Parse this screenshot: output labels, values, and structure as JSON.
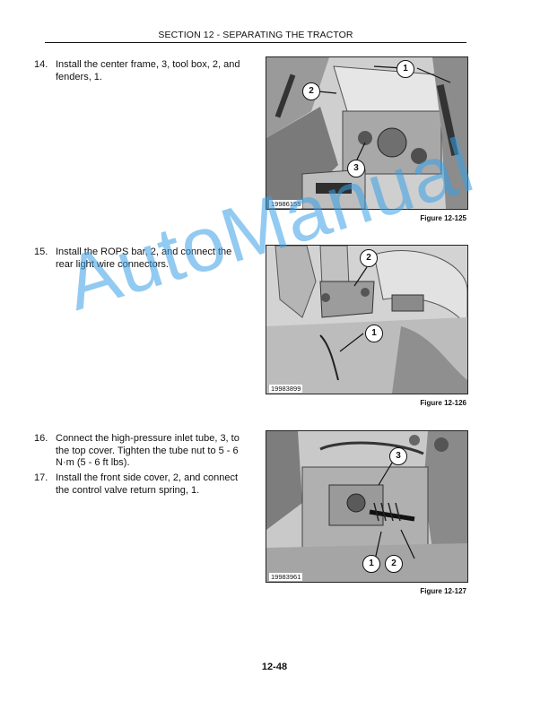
{
  "header": {
    "title": "SECTION 12 - SEPARATING THE TRACTOR"
  },
  "steps": [
    {
      "number": "14.",
      "text": "Install the center frame, 3, tool box, 2, and fenders, 1."
    },
    {
      "number": "15.",
      "text": "Install the ROPS bar, 2, and connect the rear light wire connectors."
    },
    {
      "number": "16.",
      "text": "Connect the high-pressure inlet tube, 3, to the top cover. Tighten the tube nut to 5 - 6 N·m (5 - 6 ft lbs)."
    },
    {
      "number": "17.",
      "text": "Install the front side cover, 2, and connect the control valve return spring, 1."
    }
  ],
  "figures": [
    {
      "photo_id": "19986155",
      "caption": "Figure 12-125",
      "callouts": [
        "1",
        "2",
        "3"
      ]
    },
    {
      "photo_id": "19983899",
      "caption": "Figure 12-126",
      "callouts": [
        "2",
        "1"
      ]
    },
    {
      "photo_id": "19983961",
      "caption": "Figure 12-127",
      "callouts": [
        "3",
        "1",
        "2"
      ]
    }
  ],
  "watermark": "AutoManual",
  "footer": {
    "page_number": "12-48"
  }
}
